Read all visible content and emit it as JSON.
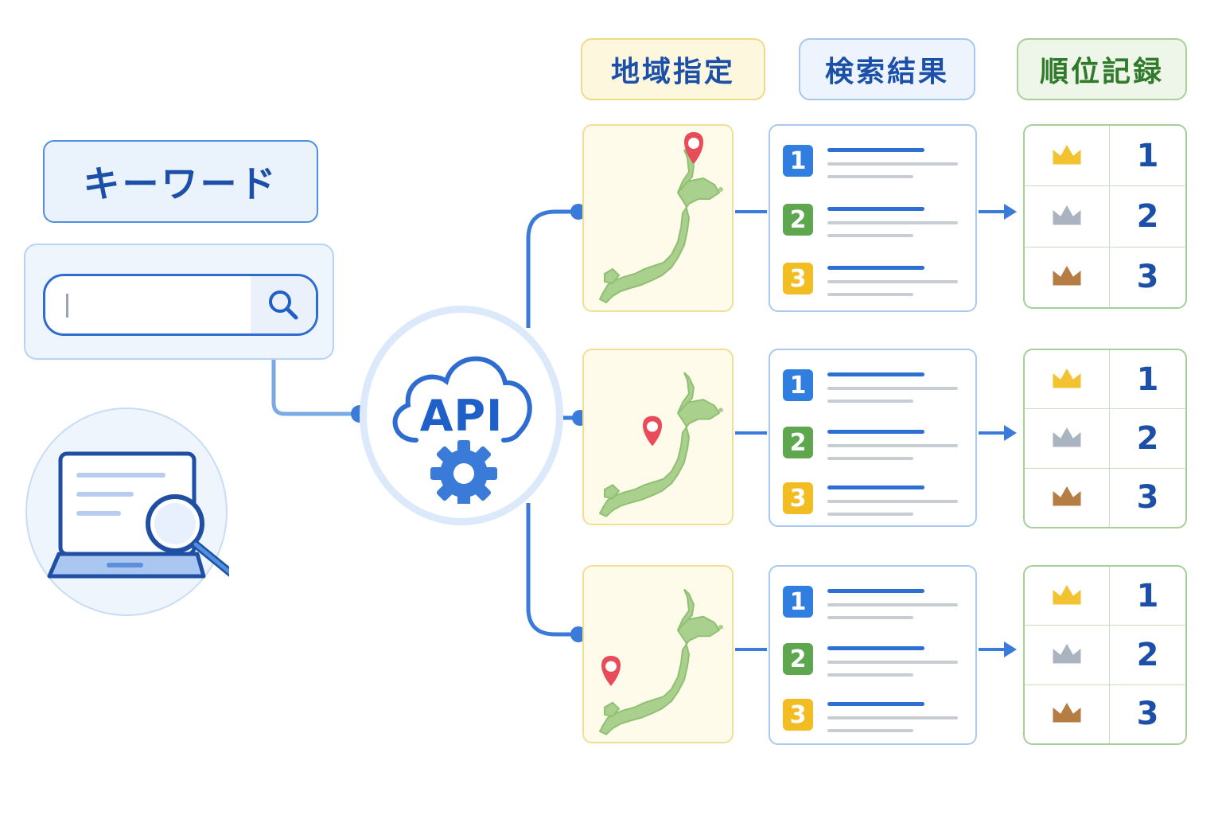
{
  "keyword_label": "キーワード",
  "search": {
    "placeholder": ""
  },
  "api_label": "API",
  "columns": {
    "region": "地域指定",
    "results": "検索結果",
    "ranking": "順位記録"
  },
  "regions": [
    {
      "pin": "north"
    },
    {
      "pin": "central"
    },
    {
      "pin": "south"
    }
  ],
  "result_ranks": [
    "1",
    "2",
    "3"
  ],
  "rank_rows": [
    {
      "icon": "gold-crown-icon",
      "rank": "1"
    },
    {
      "icon": "silver-crown-icon",
      "rank": "2"
    },
    {
      "icon": "bronze-crown-icon",
      "rank": "3"
    }
  ],
  "colors": {
    "primary_blue": "#2e6fd3",
    "region_yellow": "#f3de98",
    "rank_green": "#a6cf98",
    "pin_red": "#e84c5a",
    "gold": "#f2c230",
    "silver": "#aab4c0",
    "bronze": "#b57c43"
  }
}
